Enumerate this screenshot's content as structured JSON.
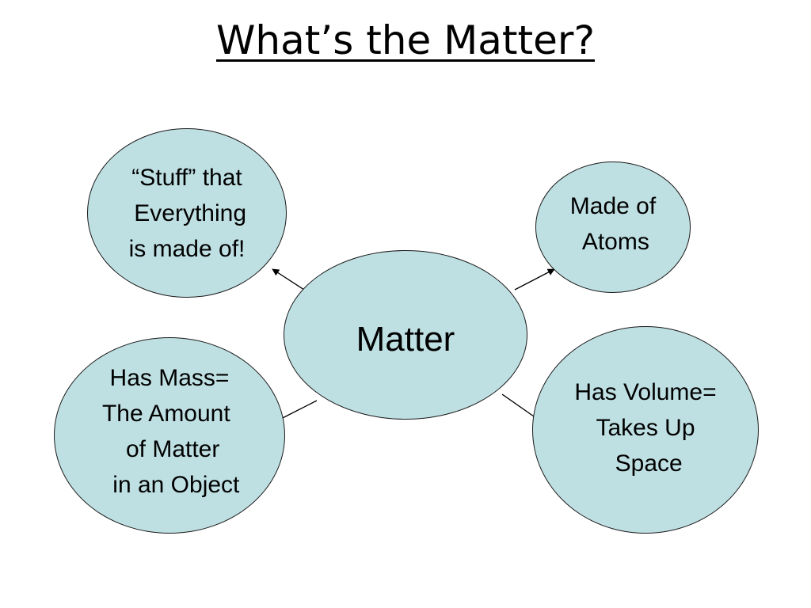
{
  "slide": {
    "title": "What’s the Matter?"
  },
  "diagram": {
    "center": "Matter",
    "nodes": {
      "stuff": [
        "“Stuff” that",
        " Everything",
        "is made of!"
      ],
      "atoms": [
        "Made of",
        " Atoms"
      ],
      "mass": [
        "Has Mass=",
        "The Amount ",
        " of Matter",
        "  in an Object"
      ],
      "volume": [
        "Has Volume=",
        "Takes Up",
        " Space"
      ]
    }
  },
  "colors": {
    "bubble_fill": "#bfe0e3",
    "outline": "#1a1a1a"
  }
}
